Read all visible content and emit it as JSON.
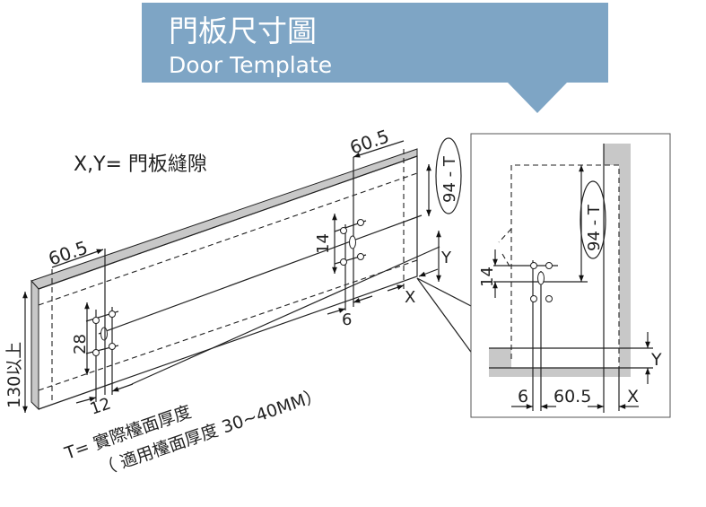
{
  "banner": {
    "title_zh": "門板尺寸圖",
    "title_en": "Door Template",
    "color": "#7ea5c5"
  },
  "legend": {
    "xy_note": "X,Y=  門板縫隙",
    "t_note": "T=  實際檯面厚度",
    "t_range": "（  適用檯面厚度   30~40MM）"
  },
  "board_dims": {
    "left_offset": "60.5",
    "right_offset": "60.5",
    "height_min": "130以上",
    "hole_spacing_v": "28",
    "hole_spacing_h": "12",
    "hole_v_right": "14",
    "hole_h_right": "6",
    "top_distance": "94 - T",
    "gap_y": "Y",
    "gap_x": "X"
  },
  "detail_dims": {
    "offset_small": "6",
    "offset_main": "60.5",
    "gap_x": "X",
    "gap_y": "Y",
    "hole_v": "14",
    "top_distance": "94 - T"
  },
  "colors": {
    "panel_edge": "#c8c8c8",
    "line": "#222222"
  }
}
